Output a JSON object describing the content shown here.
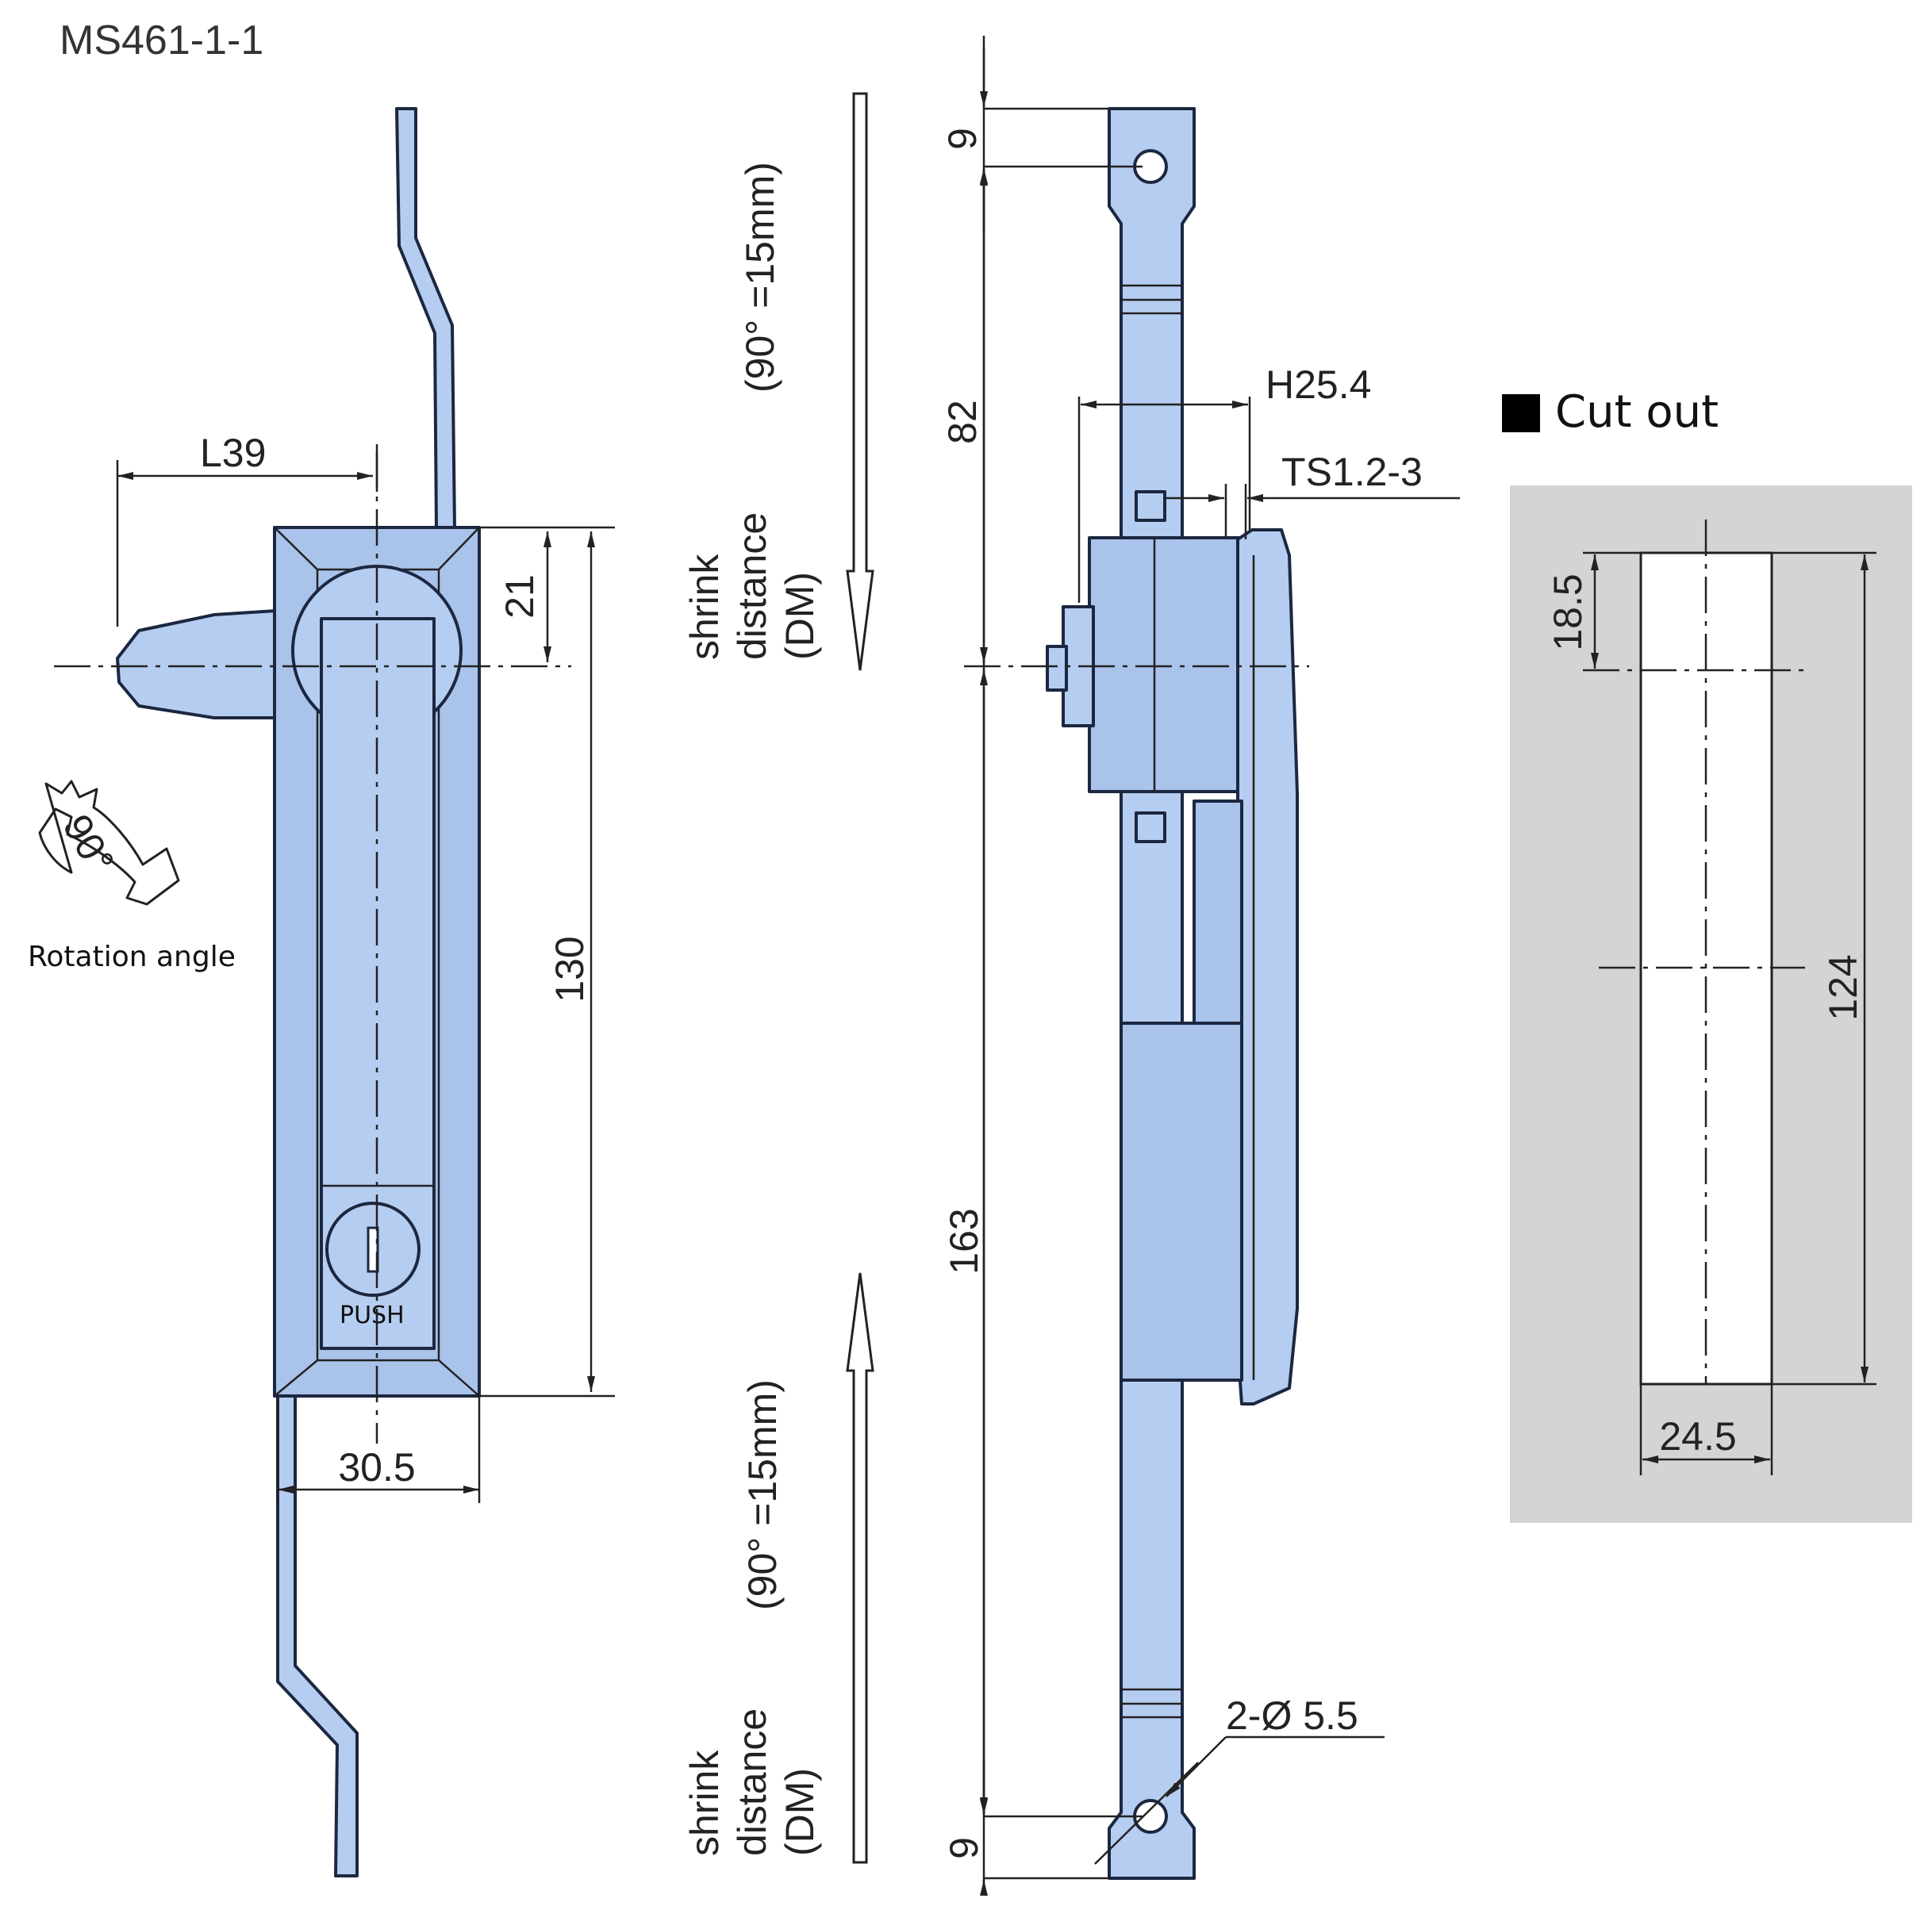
{
  "model": "MS461-1-1",
  "front_view": {
    "dim_handle_length": "L39",
    "dim_top_offset": "21",
    "dim_body_height": "130",
    "dim_body_width": "30.5",
    "rotation_symbol": "90°",
    "rotation_caption": "Rotation angle",
    "key_label": "PUSH"
  },
  "shrink_note": {
    "line1": "(90°  =15mm)",
    "line2": "shrink",
    "line3": "distance",
    "line4": "(DM)"
  },
  "side_view": {
    "dim_top_hole": "9",
    "dim_upper": "82",
    "dim_lower": "163",
    "dim_bottom_hole": "9",
    "dim_depth": "H25.4",
    "dim_thickness": "TS1.2-3",
    "dim_holes": "2-Ø 5.5"
  },
  "cutout": {
    "title": "Cut out",
    "dim_top": "18.5",
    "dim_height": "124",
    "dim_width": "24.5"
  },
  "colors": {
    "part_fill": "#b5cdf0",
    "outline": "#1c2740",
    "cutout_panel": "#d4d4d6"
  }
}
